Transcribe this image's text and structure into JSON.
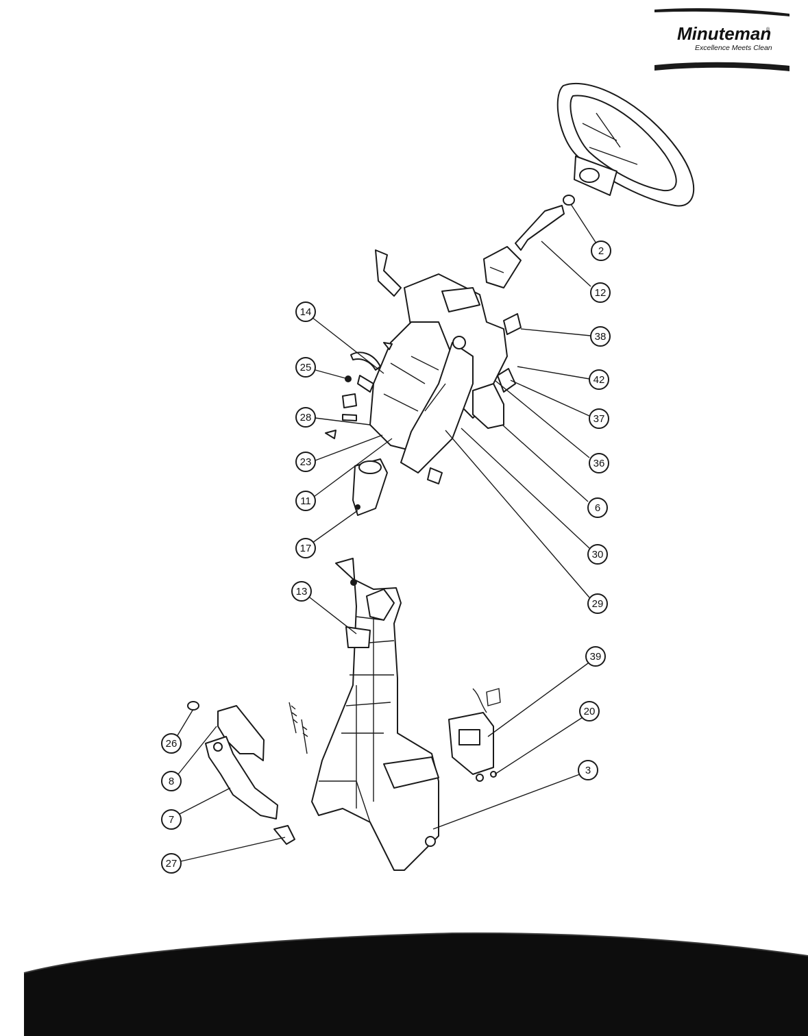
{
  "brand": {
    "name": "Minuteman",
    "registered_mark": "®",
    "tagline": "Excellence Meets Clean"
  },
  "diagram": {
    "callouts": [
      {
        "id": "2",
        "label": "2"
      },
      {
        "id": "12",
        "label": "12"
      },
      {
        "id": "38",
        "label": "38"
      },
      {
        "id": "42",
        "label": "42"
      },
      {
        "id": "37",
        "label": "37"
      },
      {
        "id": "36",
        "label": "36"
      },
      {
        "id": "6",
        "label": "6"
      },
      {
        "id": "30",
        "label": "30"
      },
      {
        "id": "29",
        "label": "29"
      },
      {
        "id": "14",
        "label": "14"
      },
      {
        "id": "25",
        "label": "25"
      },
      {
        "id": "28",
        "label": "28"
      },
      {
        "id": "23",
        "label": "23"
      },
      {
        "id": "11",
        "label": "11"
      },
      {
        "id": "17",
        "label": "17"
      },
      {
        "id": "13",
        "label": "13"
      },
      {
        "id": "39",
        "label": "39"
      },
      {
        "id": "20",
        "label": "20"
      },
      {
        "id": "3",
        "label": "3"
      },
      {
        "id": "26",
        "label": "26"
      },
      {
        "id": "8",
        "label": "8"
      },
      {
        "id": "7",
        "label": "7"
      },
      {
        "id": "27",
        "label": "27"
      }
    ]
  }
}
